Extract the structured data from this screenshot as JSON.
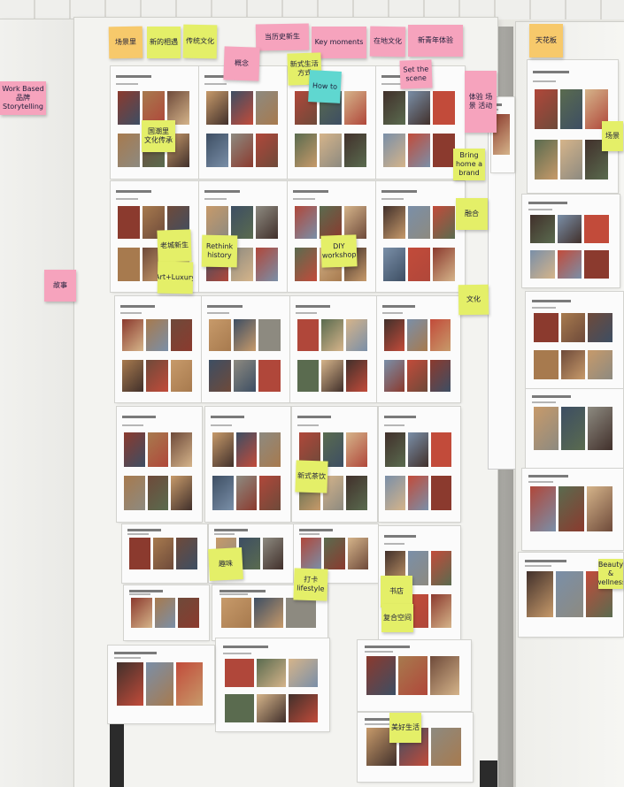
{
  "stickies": [
    {
      "id": "s1",
      "text": "场景里",
      "color": "#f7c96b"
    },
    {
      "id": "s2",
      "text": "新的相遇",
      "color": "#e4ef68"
    },
    {
      "id": "s3",
      "text": "传统文化",
      "color": "#e4ef68"
    },
    {
      "id": "s4",
      "text": "当历史新生",
      "color": "#f6a3bd"
    },
    {
      "id": "s5",
      "text": "Key moments",
      "color": "#f6a3bd"
    },
    {
      "id": "s6",
      "text": "在地文化",
      "color": "#f6a3bd"
    },
    {
      "id": "s7",
      "text": "新青年体验",
      "color": "#f6a3bd"
    },
    {
      "id": "s8",
      "text": "天花板",
      "color": "#f7c96b"
    },
    {
      "id": "s9",
      "text": "Work Based 品牌 Storytelling",
      "color": "#f6a3bd"
    },
    {
      "id": "s10",
      "text": "概念",
      "color": "#f6a3bd"
    },
    {
      "id": "s11",
      "text": "新式生活方式",
      "color": "#e4ef68"
    },
    {
      "id": "s12",
      "text": "How to",
      "color": "#5fd7d0"
    },
    {
      "id": "s13",
      "text": "Set the scene",
      "color": "#f6a3bd"
    },
    {
      "id": "s14",
      "text": "体验 场景 活动",
      "color": "#f6a3bd"
    },
    {
      "id": "s15",
      "text": "国潮里 文化传承",
      "color": "#e4ef68"
    },
    {
      "id": "s16",
      "text": "Bring home a brand",
      "color": "#e4ef68"
    },
    {
      "id": "s17",
      "text": "场景",
      "color": "#e4ef68"
    },
    {
      "id": "s18",
      "text": "融合",
      "color": "#e4ef68"
    },
    {
      "id": "s19",
      "text": "老城新生",
      "color": "#e4ef68"
    },
    {
      "id": "s20",
      "text": "Rethink history",
      "color": "#e4ef68"
    },
    {
      "id": "s21",
      "text": "DIY workshop",
      "color": "#e4ef68"
    },
    {
      "id": "s22",
      "text": "Art+Luxury",
      "color": "#e4ef68"
    },
    {
      "id": "s23",
      "text": "文化",
      "color": "#e4ef68"
    },
    {
      "id": "s24",
      "text": "故事",
      "color": "#f6a3bd"
    },
    {
      "id": "s25",
      "text": "趣味",
      "color": "#e4ef68"
    },
    {
      "id": "s26",
      "text": "新式茶饮",
      "color": "#e4ef68"
    },
    {
      "id": "s27",
      "text": "打卡lifestyle",
      "color": "#e4ef68"
    },
    {
      "id": "s28",
      "text": "书店",
      "color": "#e4ef68"
    },
    {
      "id": "s29",
      "text": "复合空间",
      "color": "#e4ef68"
    },
    {
      "id": "s30",
      "text": "Beauty & wellness",
      "color": "#e4ef68"
    },
    {
      "id": "s31",
      "text": "美好生活",
      "color": "#e4ef68"
    }
  ]
}
